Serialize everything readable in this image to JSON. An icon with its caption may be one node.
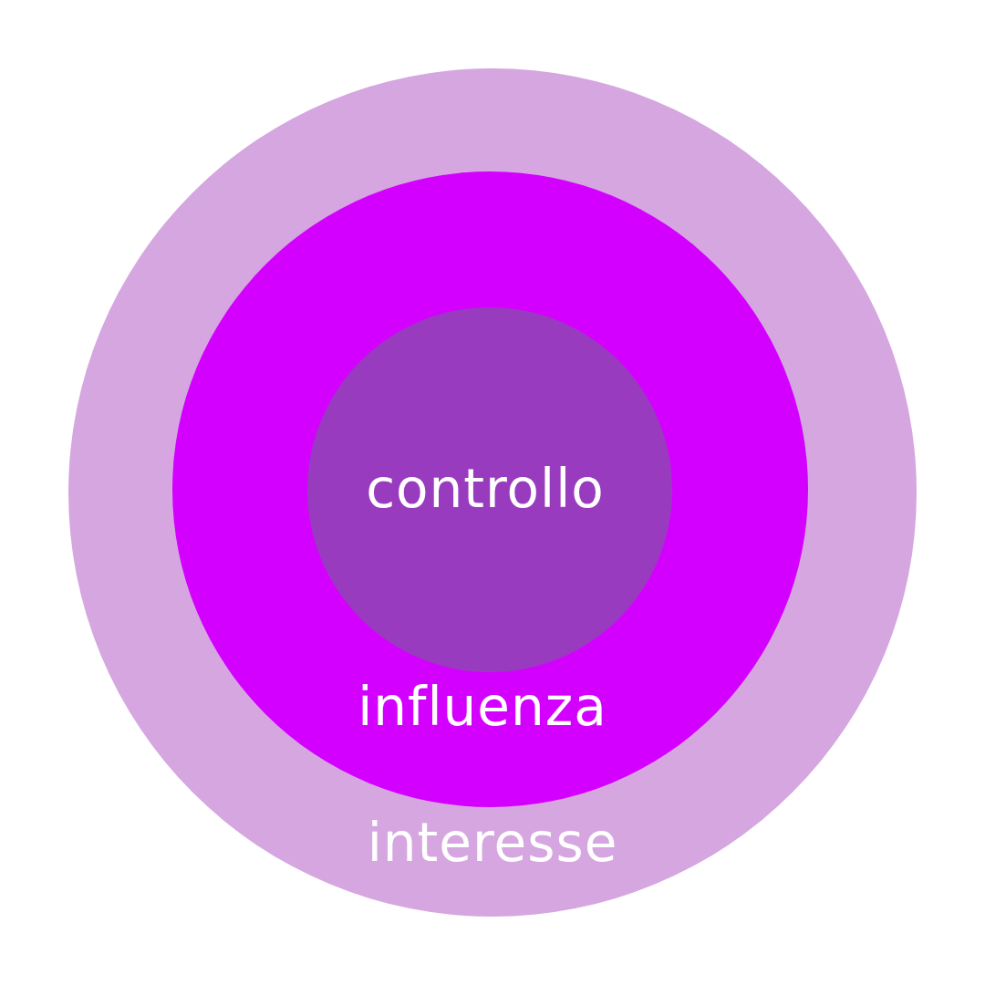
{
  "diagram": {
    "nodes": [
      {
        "text": [
          "interesse"
        ]
      },
      {
        "text": [
          "influenza"
        ],
        "in": 0
      },
      {
        "text": [
          "controllo"
        ],
        "in": 1
      }
    ]
  }
}
